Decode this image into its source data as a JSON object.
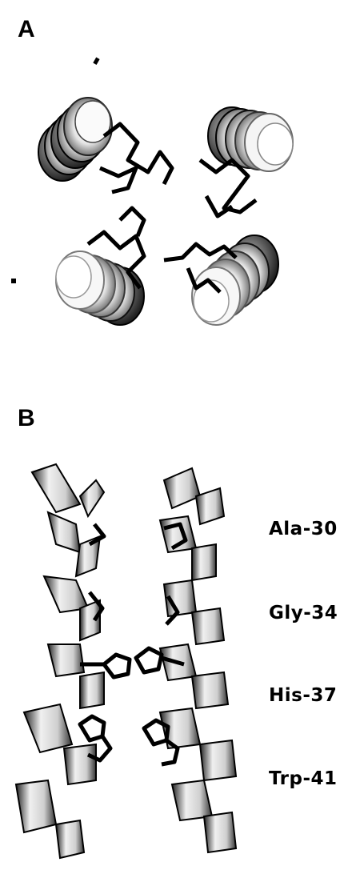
{
  "figure": {
    "panel_a": {
      "label": "A"
    },
    "panel_b": {
      "label": "B",
      "residue_labels": [
        "Ala-30",
        "Gly-34",
        "His-37",
        "Trp-41"
      ]
    }
  }
}
